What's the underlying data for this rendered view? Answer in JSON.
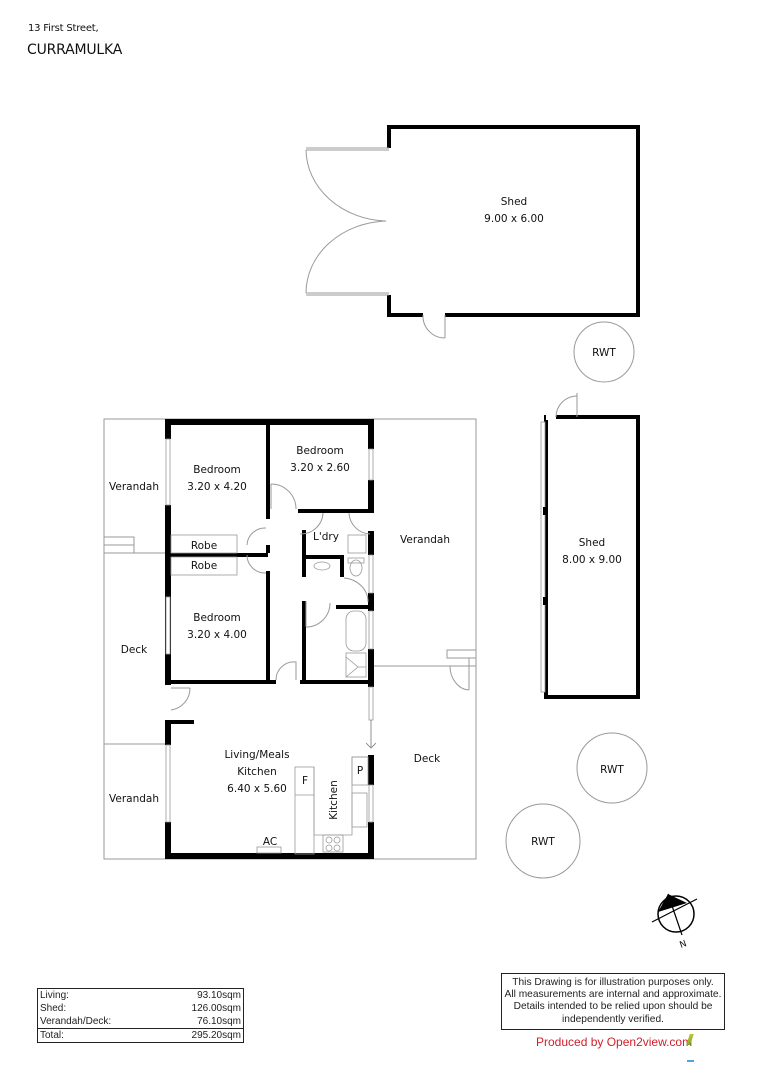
{
  "header": {
    "address_line": "13 First Street,",
    "suburb": "CURRAMULKA"
  },
  "rooms": {
    "shed_top": {
      "name": "Shed",
      "dims": "9.00 x 6.00"
    },
    "shed_right": {
      "name": "Shed",
      "dims": "8.00 x 9.00"
    },
    "bedroom1": {
      "name": "Bedroom",
      "dims": "3.20 x 4.20"
    },
    "bedroom2": {
      "name": "Bedroom",
      "dims": "3.20 x 2.60"
    },
    "bedroom3": {
      "name": "Bedroom",
      "dims": "3.20 x 4.00"
    },
    "robe1": {
      "name": "Robe"
    },
    "robe2": {
      "name": "Robe"
    },
    "laundry": {
      "name": "L'dry"
    },
    "living": {
      "name1": "Living/Meals",
      "name2": "Kitchen",
      "dims": "6.40 x 5.60"
    },
    "kitchen": {
      "name": "Kitchen"
    },
    "fridge": {
      "label": "F"
    },
    "pantry": {
      "label": "P"
    },
    "ac": {
      "label": "AC"
    },
    "verandah_left_top": {
      "name": "Verandah"
    },
    "verandah_left_bottom": {
      "name": "Verandah"
    },
    "verandah_right": {
      "name": "Verandah"
    },
    "deck_left": {
      "name": "Deck"
    },
    "deck_right": {
      "name": "Deck"
    }
  },
  "tanks": [
    {
      "label": "RWT"
    },
    {
      "label": "RWT"
    },
    {
      "label": "RWT"
    }
  ],
  "compass": {
    "label": "N"
  },
  "areas": {
    "rows": [
      {
        "label": "Living:",
        "value": "93.10sqm"
      },
      {
        "label": "Shed:",
        "value": "126.00sqm"
      },
      {
        "label": "Verandah/Deck:",
        "value": "76.10sqm"
      }
    ],
    "total": {
      "label": "Total:",
      "value": "295.20sqm"
    }
  },
  "disclaimer": {
    "lines": [
      "This Drawing is for illustration purposes only.",
      "All measurements are internal and approximate.",
      "Details intended to be relied upon should be",
      "independently verified."
    ]
  },
  "producer": {
    "text": "Produced by Open2view.com"
  },
  "colors": {
    "wall": "#000000",
    "thin_line": "#9a9a9a",
    "producer_text": "#d0202a"
  }
}
